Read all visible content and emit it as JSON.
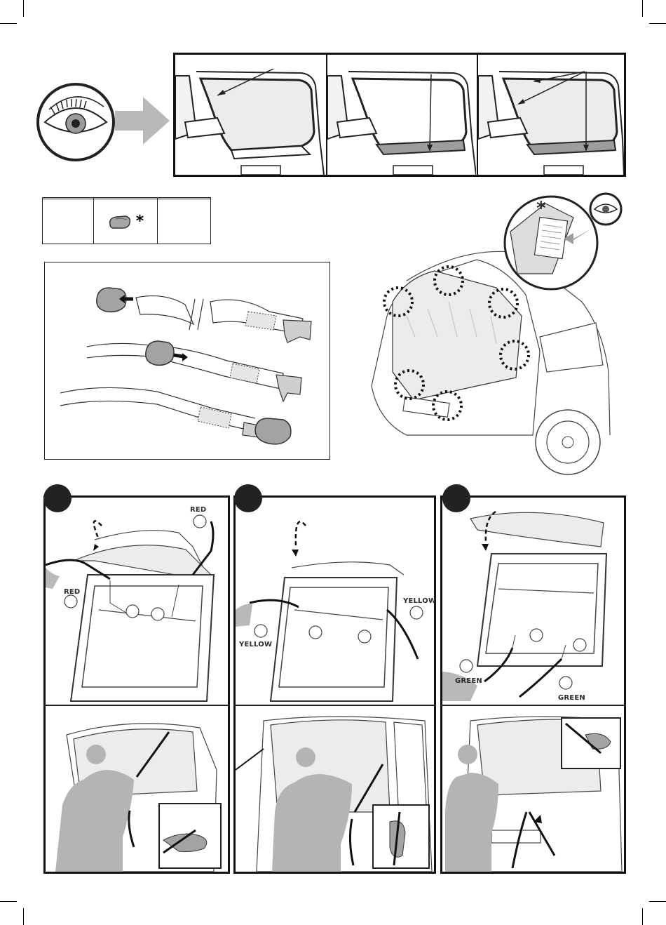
{
  "icons": {
    "eye": "eye-icon",
    "arrow": "arrow-right-icon",
    "clip": "clip-icon",
    "asterisk": "asterisk-icon"
  },
  "parts_table": {
    "asterisk": "*"
  },
  "inset": {
    "asterisk": "*"
  },
  "steps": [
    {
      "labels": [
        "RED",
        "RED"
      ]
    },
    {
      "labels": [
        "YELLOW",
        "YELLOW"
      ]
    },
    {
      "labels": [
        "GREEN",
        "GREEN"
      ]
    }
  ],
  "colors": {
    "line": "#222222",
    "gray_fill": "#b9b9b9",
    "light_fill": "#ececec",
    "dark": "#1a1a1a"
  }
}
